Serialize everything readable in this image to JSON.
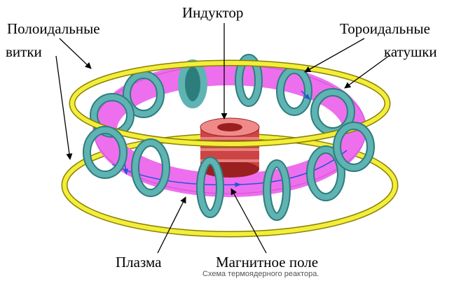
{
  "labels": {
    "inductor": "Индуктор",
    "poloidal_line1": "Полоидальные",
    "poloidal_line2": "витки",
    "toroidal_line1": "Тороидальные",
    "toroidal_line2": "катушки",
    "plasma": "Плазма",
    "magnetic_field": "Магнитное поле"
  },
  "caption": "Схема термоядерного реактора.",
  "colors": {
    "poloidal_ring": "#f2ee3a",
    "poloidal_ring_outline": "#8a7f00",
    "toroidal_coil": "#5fb3b3",
    "toroidal_coil_dark": "#2e7d7d",
    "plasma": "#ee6fee",
    "inductor": "#e06060",
    "inductor_dark": "#9a2020",
    "field_line": "#2255dd"
  }
}
